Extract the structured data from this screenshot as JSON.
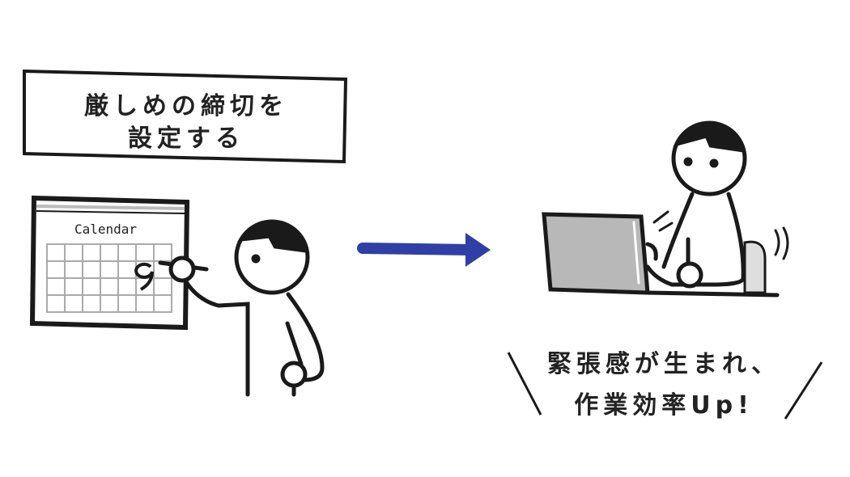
{
  "left_caption": {
    "line1": "厳しめの締切を",
    "line2": "設定する"
  },
  "calendar": {
    "title": "Calendar",
    "written_digit": "9",
    "grid_columns": 7,
    "grid_rows": 4
  },
  "right_caption": {
    "line1": "緊張感が生まれ、",
    "line2": "作業効率Up!"
  },
  "colors": {
    "arrow": "#2f3fa6",
    "ink": "#1a1a1a",
    "laptop_screen": "#b8b8b8",
    "chair": "#dedede",
    "grid": "#aaaaaa"
  }
}
